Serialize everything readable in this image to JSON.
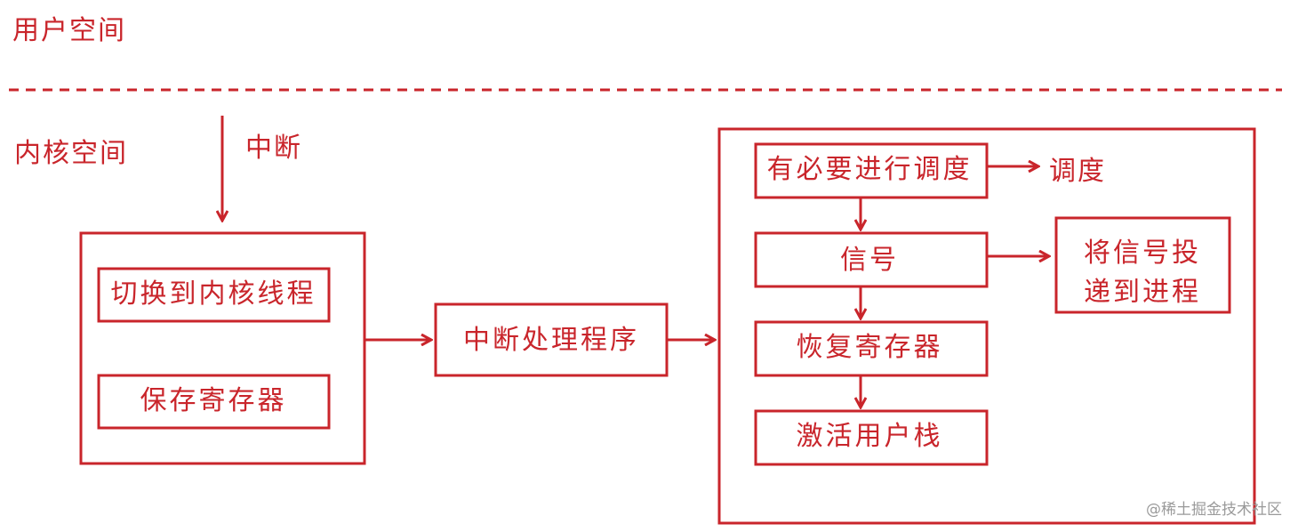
{
  "colors": {
    "stroke": "#c9252b",
    "watermark": "#9a9a9a",
    "background": "#ffffff"
  },
  "zones": {
    "user_space": "用户空间",
    "kernel_space": "内核空间"
  },
  "interrupt_label": "中断",
  "left_group": {
    "switch_thread": "切换到内核线程",
    "save_registers": "保存寄存器"
  },
  "handler": "中断处理程序",
  "right_group": {
    "need_schedule": "有必要进行调度",
    "signal": "信号",
    "restore_registers": "恢复寄存器",
    "activate_user_stack": "激活用户栈"
  },
  "schedule_label": "调度",
  "deliver_signal": {
    "line1": "将信号投",
    "line2": "递到进程"
  },
  "watermark": "@稀土掘金技术社区"
}
